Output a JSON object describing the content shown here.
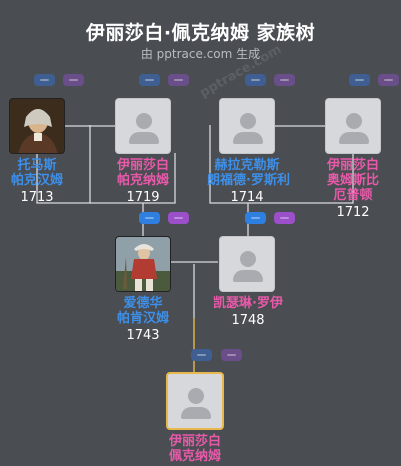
{
  "header": {
    "title": "伊丽莎白·佩克纳姆 家族树",
    "subtitle": "由 pptrace.com 生成",
    "watermark": "pptrace.com"
  },
  "colors": {
    "male": "#3d8fe8",
    "female": "#e85aa9",
    "line": "#d8dade",
    "highlight_line": "#e8b84d"
  },
  "people": {
    "thomas": {
      "name1": "托马斯",
      "name2": "帕克汉姆",
      "year": "1713",
      "gender": "male",
      "photo": "portrait-icon"
    },
    "elizabeth_sr": {
      "name1": "伊丽莎白",
      "name2": "帕克纳姆",
      "year": "1719",
      "gender": "female",
      "photo": "person-placeholder-icon"
    },
    "hercules": {
      "name1": "赫拉克勒斯",
      "name2": "朗福德·罗斯利",
      "year": "1714",
      "gender": "male",
      "photo": "person-placeholder-icon"
    },
    "elizabeth_o": {
      "name1": "伊丽莎白",
      "name2": "奥姆斯比",
      "name3": "厄普顿",
      "year": "1712",
      "gender": "female",
      "photo": "person-placeholder-icon"
    },
    "edward": {
      "name1": "爱德华",
      "name2": "帕肯汉姆",
      "year": "1743",
      "gender": "male",
      "photo": "portrait-icon"
    },
    "catherine": {
      "name1": "凯瑟琳·罗伊",
      "year": "1748",
      "gender": "female",
      "photo": "person-placeholder-icon"
    },
    "elizabeth_jr": {
      "name1": "伊丽莎白",
      "name2": "佩克纳姆",
      "gender": "female",
      "photo": "person-placeholder-icon",
      "selected": true
    }
  }
}
